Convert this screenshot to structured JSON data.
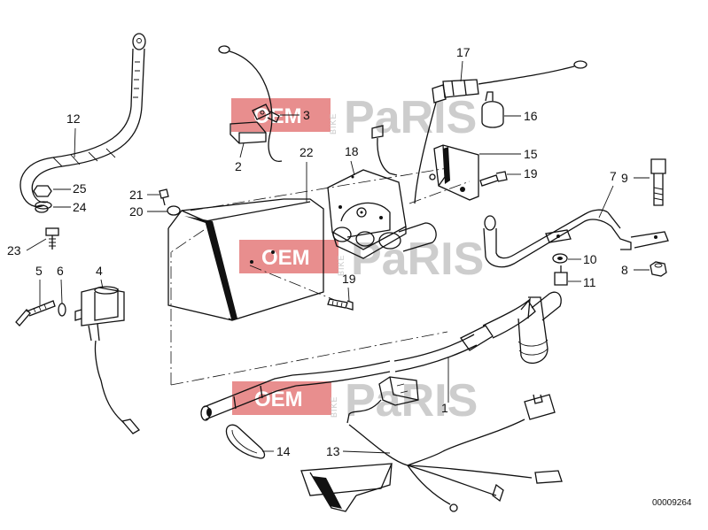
{
  "watermark": {
    "oem": "OEM",
    "bike": "BIKE",
    "parts": "PaRIS"
  },
  "callouts": {
    "p1": "1",
    "p2": "2",
    "p3": "3",
    "p4": "4",
    "p5": "5",
    "p6": "6",
    "p7": "7",
    "p8": "8",
    "p9": "9",
    "p10": "10",
    "p11": "11",
    "p12": "12",
    "p13": "13",
    "p14": "14",
    "p15": "15",
    "p16": "16",
    "p17": "17",
    "p18": "18",
    "p19a": "19",
    "p19b": "19",
    "p20": "20",
    "p21": "21",
    "p22": "22",
    "p23": "23",
    "p24": "24",
    "p25": "25"
  },
  "diagram_id": "00009264"
}
